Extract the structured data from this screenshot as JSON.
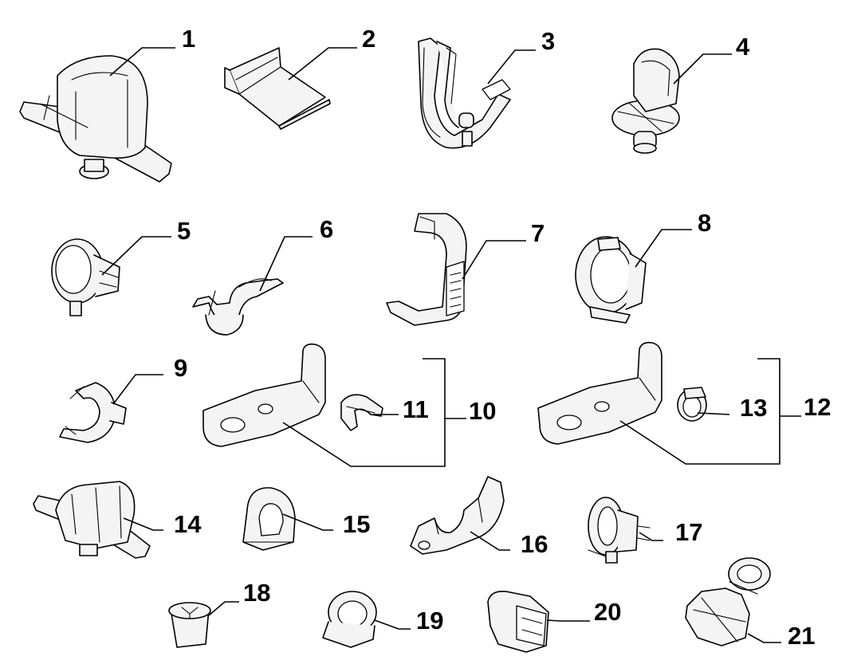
{
  "callouts": [
    "1",
    "2",
    "3",
    "4",
    "5",
    "6",
    "7",
    "8",
    "9",
    "10",
    "11",
    "12",
    "13",
    "14",
    "15",
    "16",
    "17",
    "18",
    "19",
    "20",
    "21"
  ],
  "colors": {
    "line": "#000000",
    "fill": "#f4f4f4",
    "background": "#ffffff"
  }
}
